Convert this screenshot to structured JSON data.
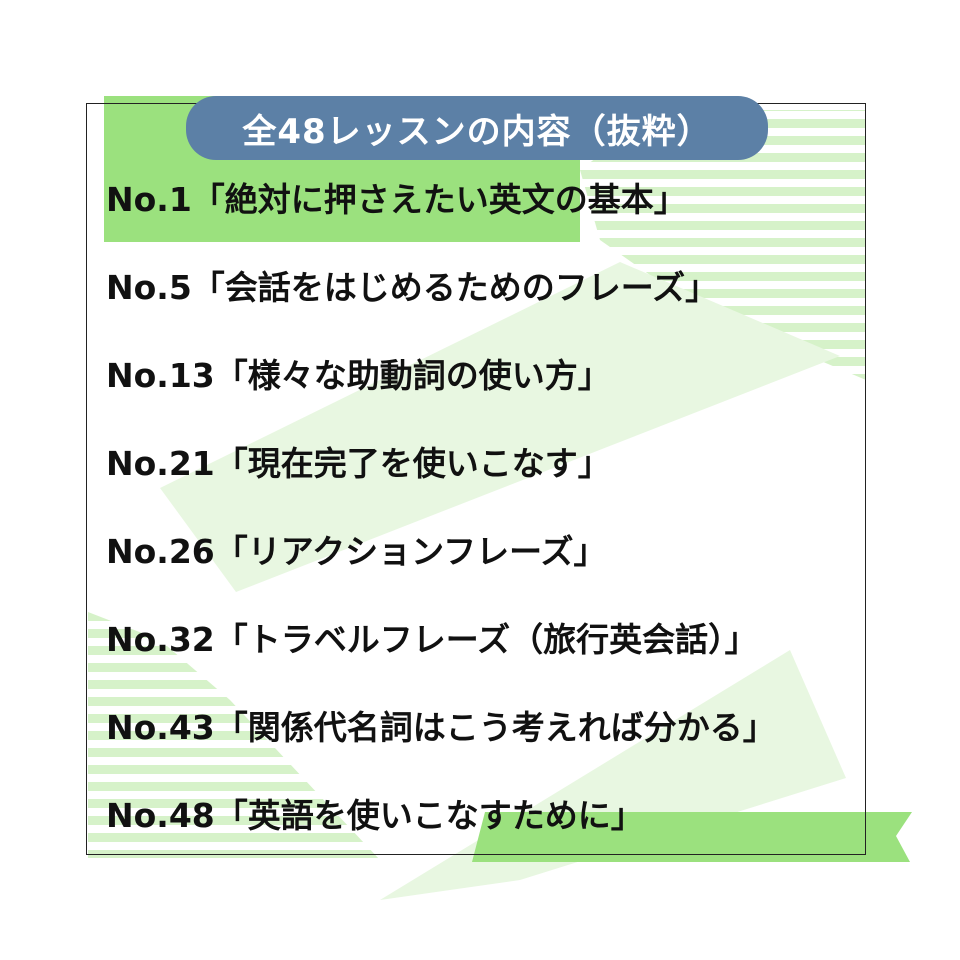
{
  "title": "全48レッスンの内容（抜粋）",
  "lessons": [
    {
      "number": "No.1",
      "text": "「絶対に押さえたい英文の基本」"
    },
    {
      "number": "No.5",
      "text": "「会話をはじめるためのフレーズ」"
    },
    {
      "number": "No.13",
      "text": "「様々な助動詞の使い方」"
    },
    {
      "number": "No.21",
      "text": "「現在完了を使いこなす」"
    },
    {
      "number": "No.26",
      "text": "「リアクションフレーズ」"
    },
    {
      "number": "No.32",
      "text": "「トラベルフレーズ（旅行英会話）」"
    },
    {
      "number": "No.43",
      "text": "「関係代名詞はこう考えれば分かる」"
    },
    {
      "number": "No.48",
      "text": "「英語を使いこなすために」"
    }
  ],
  "colors": {
    "accent_green": "#9be17e",
    "light_green": "#e8f7e1",
    "stripe_green": "#d6f2c9",
    "title_pill": "#5c80a6",
    "title_text": "#ffffff",
    "body_text": "#111111",
    "frame": "#222222"
  }
}
